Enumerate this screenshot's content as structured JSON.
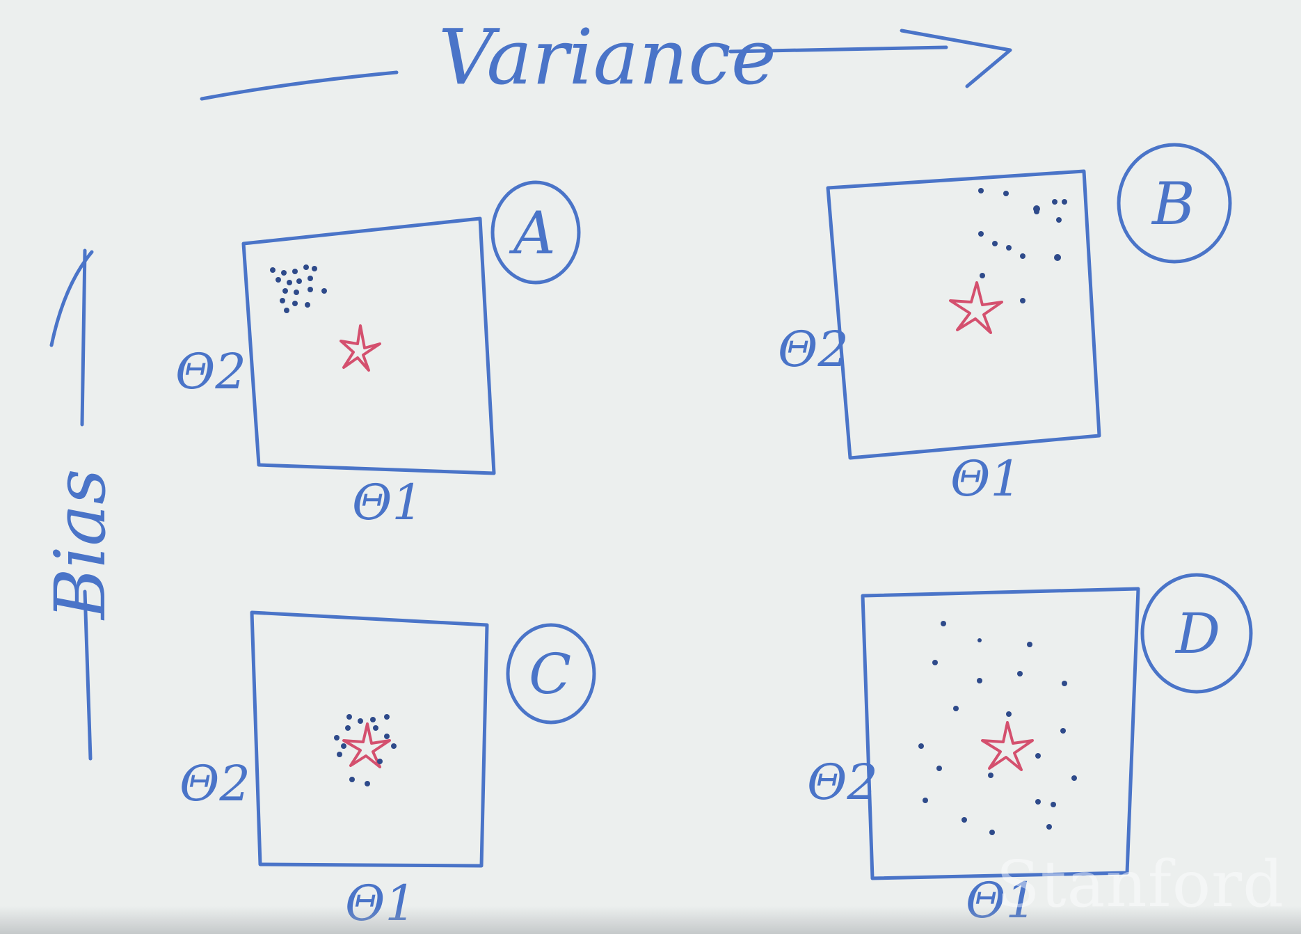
{
  "header": {
    "variance_label": "Variance"
  },
  "side": {
    "bias_label": "Bias"
  },
  "panels": [
    {
      "id": "A",
      "badge": "A",
      "xlabel": "Θ1",
      "ylabel": "Θ2"
    },
    {
      "id": "B",
      "badge": "B",
      "xlabel": "Θ1",
      "ylabel": "Θ2"
    },
    {
      "id": "C",
      "badge": "C",
      "xlabel": "Θ1",
      "ylabel": "Θ2"
    },
    {
      "id": "D",
      "badge": "D",
      "xlabel": "Θ1",
      "ylabel": "Θ2"
    }
  ],
  "watermark": "Stanford",
  "colors": {
    "ink": "#4a74c8",
    "star": "#d4506e",
    "dots": "#2e4a8a",
    "board": "#ecefee"
  }
}
